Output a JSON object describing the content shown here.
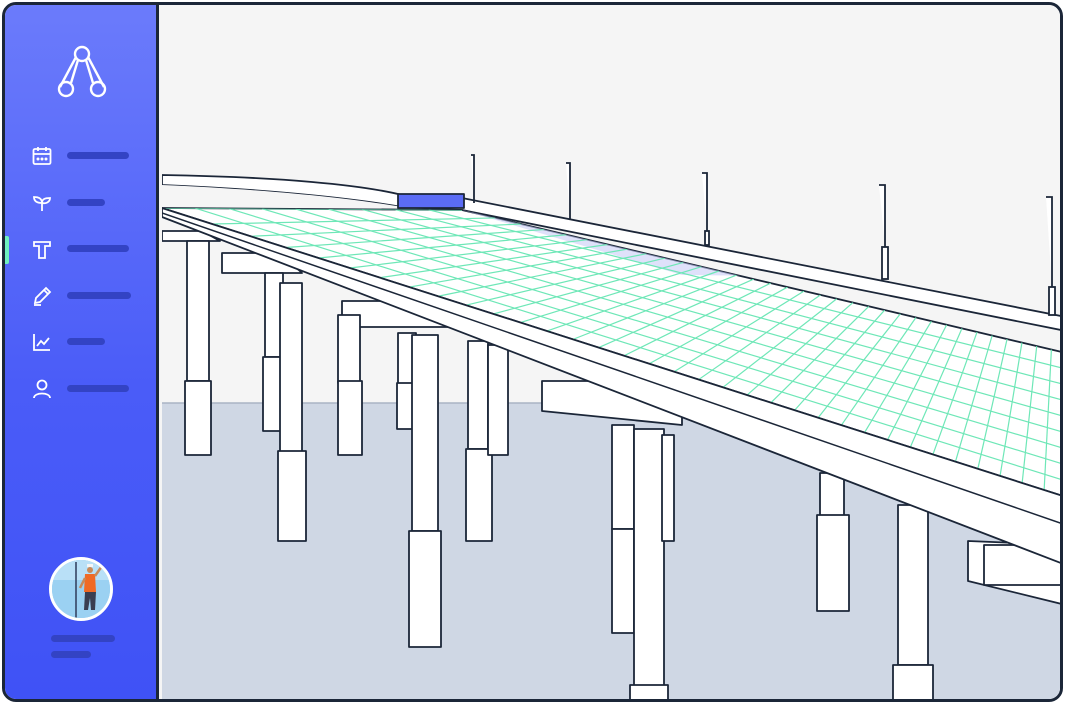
{
  "app": {
    "logo_icon": "overlapping-circles-logo",
    "colors": {
      "sidebar_top": "#6b7bfb",
      "sidebar_bottom": "#3f52f6",
      "active_indicator": "#6ff0c0",
      "grid_lines": "#6ee7b7",
      "highlight_panel": "#5b6cf5",
      "ground": "#cfd7e4",
      "sky": "#f5f5f5"
    }
  },
  "sidebar": {
    "items": [
      {
        "icon": "calendar-icon",
        "active": false
      },
      {
        "icon": "sprout-icon",
        "active": false
      },
      {
        "icon": "hammer-icon",
        "active": true
      },
      {
        "icon": "pencil-icon",
        "active": false
      },
      {
        "icon": "chart-icon",
        "active": false
      },
      {
        "icon": "user-icon",
        "active": false
      }
    ],
    "avatar_icon": "worker-avatar"
  },
  "scene": {
    "subject": "elevated-highway-bridge-model",
    "street_lamps": 5
  }
}
